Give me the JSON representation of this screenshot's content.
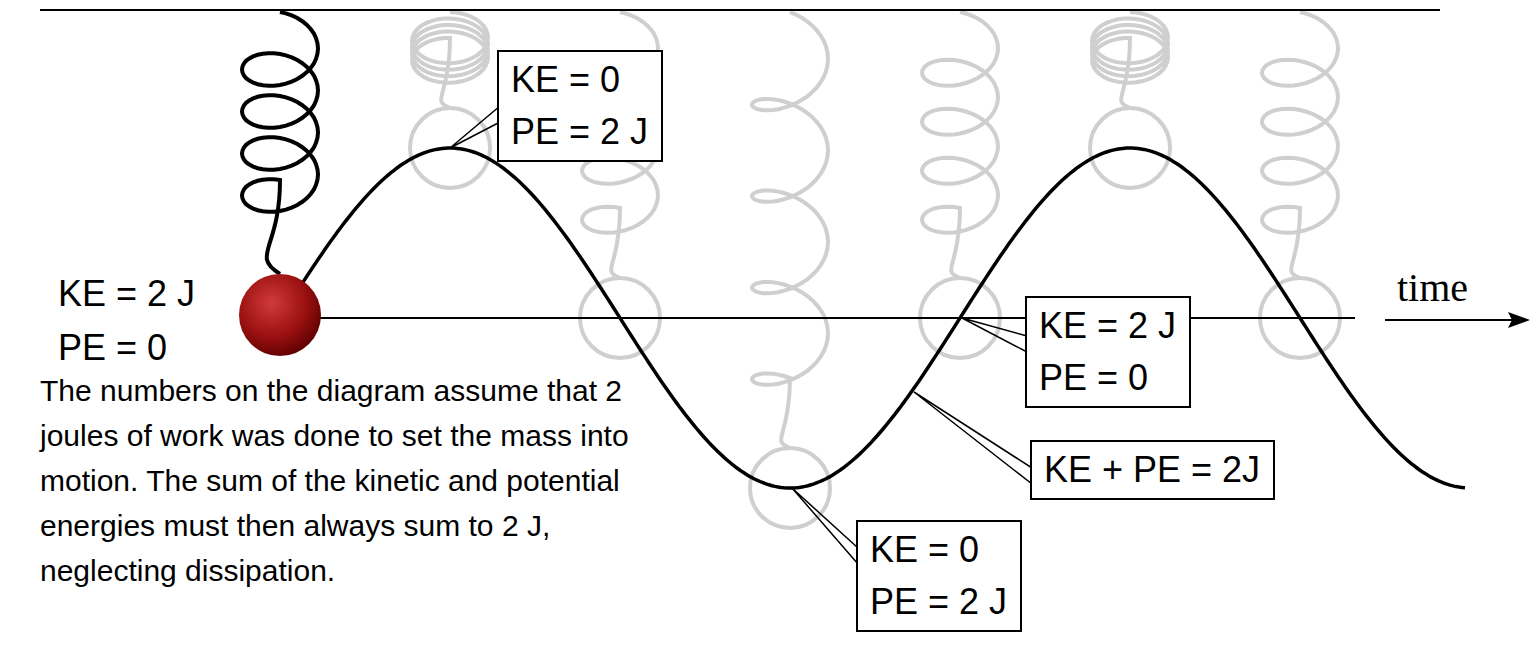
{
  "diagram": {
    "nodes": [
      {
        "text": [
          "KE = 0",
          "PE = 2 J"
        ]
      },
      {
        "text": [
          "KE = 2 J",
          "PE = 0"
        ]
      },
      {
        "text": [
          "KE + PE = 2J"
        ]
      },
      {
        "text": [
          "KE = 0",
          "PE = 2 J"
        ]
      }
    ],
    "labels": [
      "KE = 2 J",
      "PE = 0",
      "time",
      "The numbers on the diagram assume that 2 joules of work was done to set the mass into motion. The sum of the kinetic and potential energies must then always sum to 2 J, neglecting dissipation."
    ]
  }
}
